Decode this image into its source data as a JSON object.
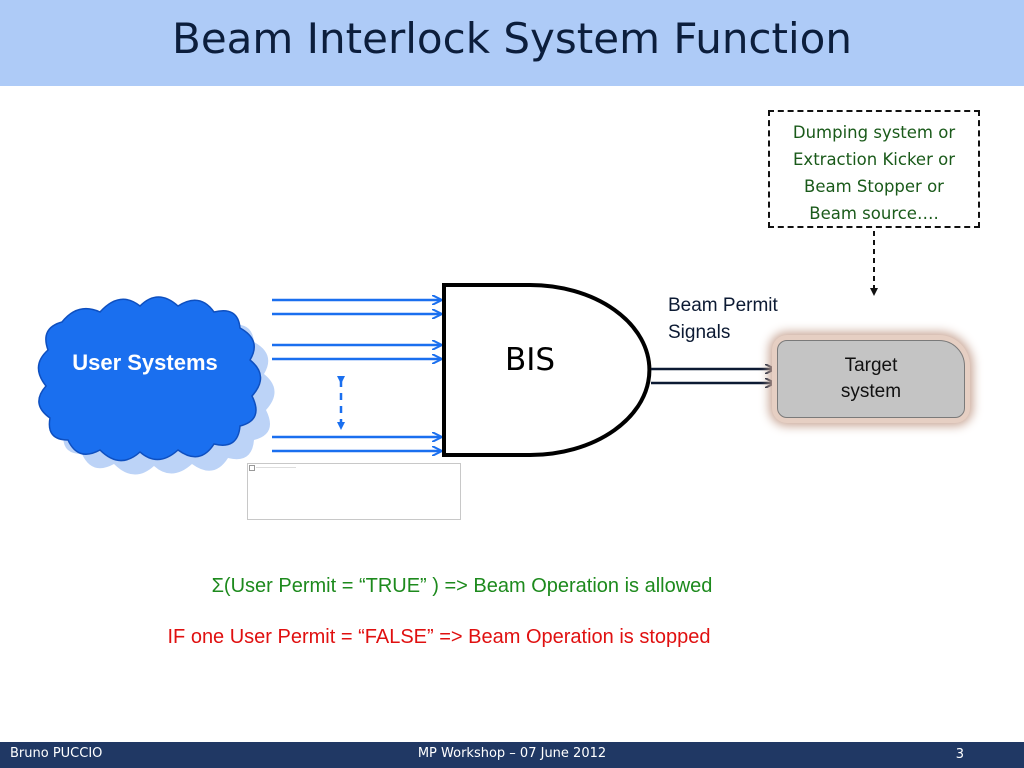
{
  "slide": {
    "title": "Beam Interlock System Function",
    "page_number": "3"
  },
  "diagram": {
    "user_systems_label": "User Systems",
    "bis_label": "BIS",
    "beam_permit_label_line1": "Beam Permit",
    "beam_permit_label_line2": "Signals",
    "target_line1": "Target",
    "target_line2": "system",
    "dumping_lines": [
      "Dumping system or",
      "Extraction Kicker or",
      "Beam Stopper or",
      "Beam source…."
    ]
  },
  "rules": {
    "true_rule": "Σ(User Permit = “TRUE” )  => Beam Operation is allowed",
    "false_rule": "IF one User Permit = “FALSE”   => Beam Operation is stopped"
  },
  "footer": {
    "author": "Bruno PUCCIO",
    "event": "MP Workshop   –  07 June 2012"
  },
  "colors": {
    "title_bar": "#aecbf7",
    "cloud_fill": "#1a6fef",
    "cloud_shadow": "#bcd3f7",
    "input_arrows": "#1a6fef",
    "rule_true": "#1d8a1d",
    "rule_false": "#e01010",
    "footer_bar": "#203864"
  },
  "icons": {
    "cloud": "cloud-shape",
    "and_gate": "and-gate-shape",
    "dashed_double_arrow": "dashed-double-arrow-icon"
  }
}
